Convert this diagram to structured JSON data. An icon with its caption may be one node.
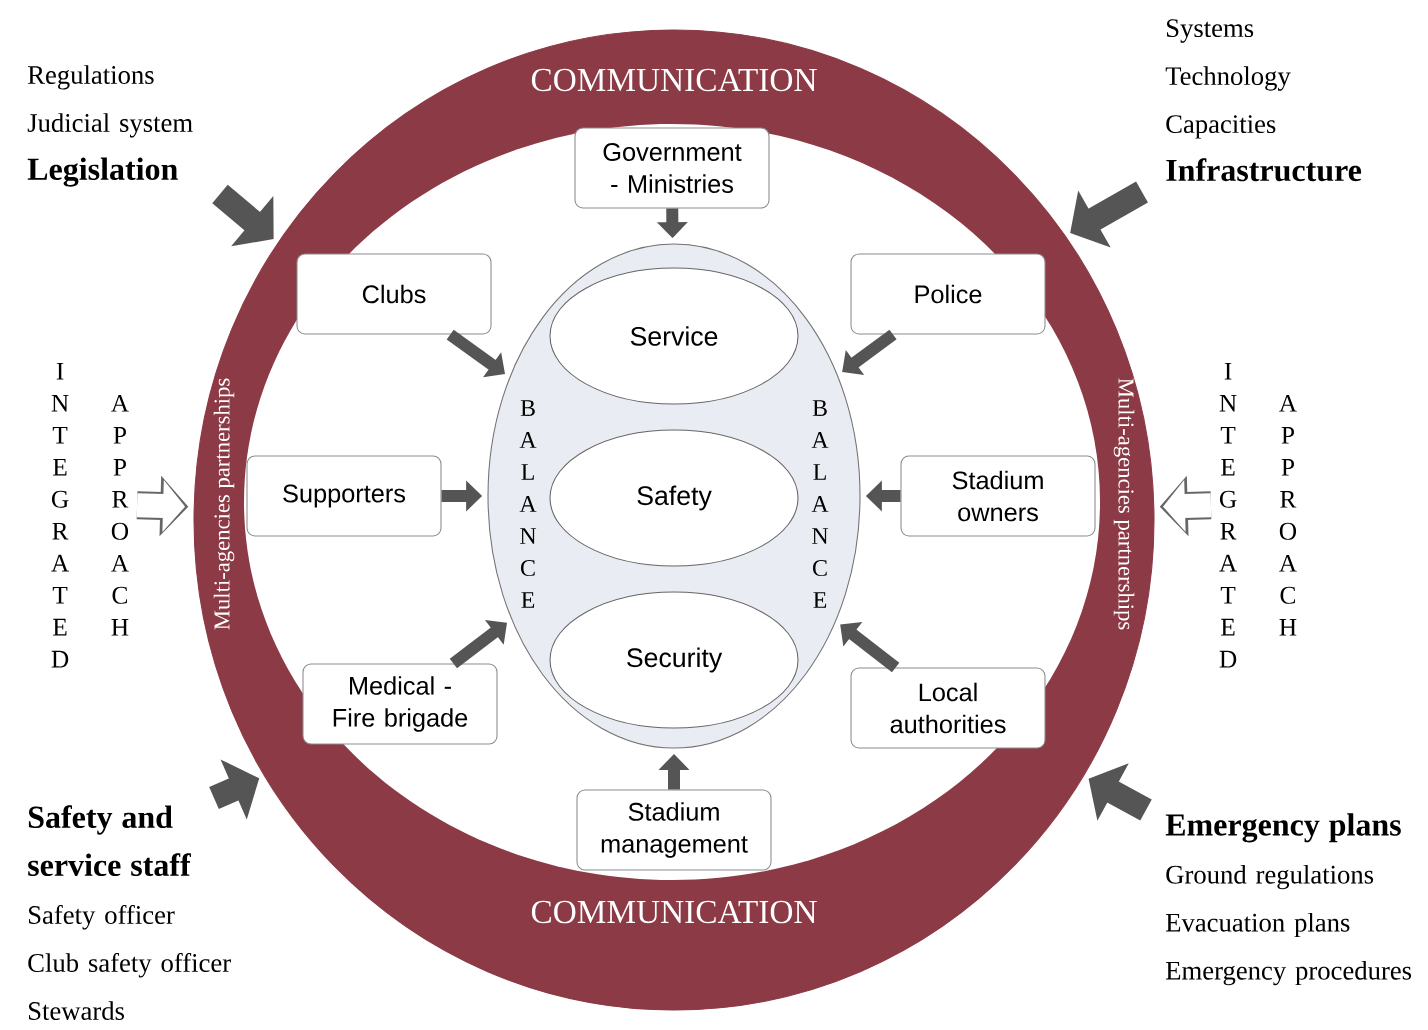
{
  "diagram": {
    "nodes": [
      {
        "text": [
          "COMMUNICATION",
          "COMMUNICATION",
          "Multi-agencies partnerships",
          "Multi-agencies partnerships"
        ]
      },
      {
        "text": [
          "Regulations",
          "Judicial system",
          "Legislation"
        ]
      },
      {
        "text": [
          "Systems",
          "Technology",
          "Capacities",
          "Infrastructure"
        ]
      },
      {
        "text": [
          "Government - Ministries"
        ],
        "in": 0
      },
      {
        "text": [
          "Clubs"
        ],
        "in": 0
      },
      {
        "text": [
          "Police"
        ],
        "in": 0
      },
      {
        "text": [
          "INTEGRATED",
          "APPROACH"
        ]
      },
      {
        "text": [
          "Supporters"
        ],
        "in": 0
      },
      {
        "text": [
          "BALANCE",
          "BALANCE"
        ],
        "in": 0
      },
      {
        "text": [
          "Service"
        ],
        "in": 8
      },
      {
        "text": [
          "Safety"
        ],
        "in": 8
      },
      {
        "text": [
          "Security"
        ],
        "in": 8
      },
      {
        "text": [
          "Stadium owners"
        ],
        "in": 0
      },
      {
        "text": [
          "INTEGRATED",
          "APPROACH"
        ]
      },
      {
        "text": [
          "Medical - Fire brigade"
        ],
        "in": 0
      },
      {
        "text": [
          "Local authorities"
        ],
        "in": 0
      },
      {
        "text": [
          "Stadium management"
        ],
        "in": 0
      },
      {
        "text": [
          "Safety and service staff",
          "Safety officer",
          "Club safety officer",
          "Stewards"
        ]
      },
      {
        "text": [
          "Emergency plans",
          "Ground regulations",
          "Evacuation plans",
          "Emergency procedures"
        ]
      }
    ],
    "edges": [
      {
        "from": 1,
        "to": 0,
        "arrow": "to",
        "style": "thick"
      },
      {
        "from": 2,
        "to": 0,
        "arrow": "to",
        "style": "thick"
      },
      {
        "from": 17,
        "to": 0,
        "arrow": "to",
        "style": "thick"
      },
      {
        "from": 18,
        "to": 0,
        "arrow": "to",
        "style": "thick"
      },
      {
        "from": 6,
        "to": 0,
        "arrow": "to",
        "style": "thick",
        "color": "#ffffff"
      },
      {
        "from": 13,
        "to": 0,
        "arrow": "to",
        "style": "thick",
        "color": "#ffffff"
      },
      {
        "from": 3,
        "to": 8,
        "arrow": "to"
      },
      {
        "from": 4,
        "to": 8,
        "arrow": "to"
      },
      {
        "from": 5,
        "to": 8,
        "arrow": "to"
      },
      {
        "from": 7,
        "to": 8,
        "arrow": "to"
      },
      {
        "from": 12,
        "to": 8,
        "arrow": "to"
      },
      {
        "from": 14,
        "to": 8,
        "arrow": "to"
      },
      {
        "from": 15,
        "to": 8,
        "arrow": "to"
      },
      {
        "from": 16,
        "to": 8,
        "arrow": "to"
      }
    ]
  }
}
